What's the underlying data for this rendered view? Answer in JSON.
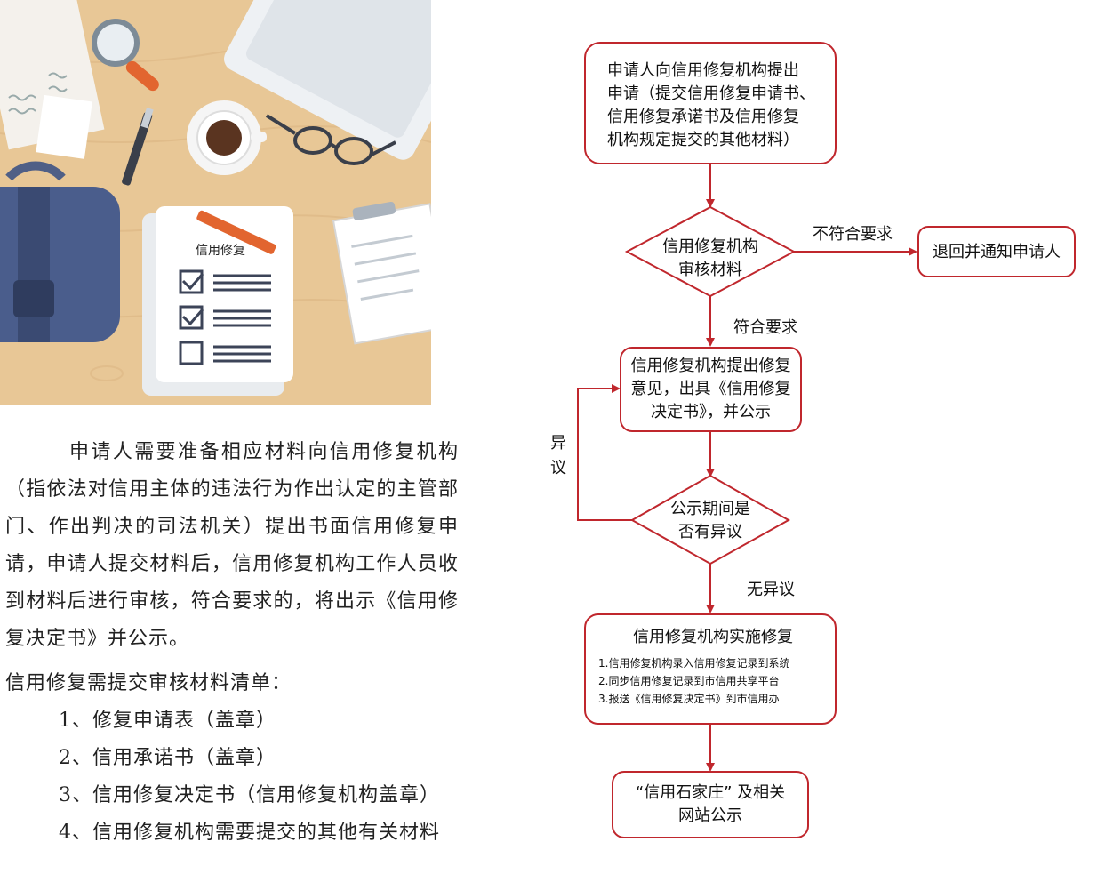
{
  "illustration": {
    "paper_title": "信用修复"
  },
  "left_text": {
    "paragraph": "申请人需要准备相应材料向信用修复机构（指依法对信用主体的违法行为作出认定的主管部门、作出判决的司法机关）提出书面信用修复申请，申请人提交材料后，信用修复机构工作人员收到材料后进行审核，符合要求的，将出示《信用修复决定书》并公示。",
    "list_title": "信用修复需提交审核材料清单：",
    "items": [
      "1、修复申请表（盖章）",
      "2、信用承诺书（盖章）",
      "3、信用修复决定书（信用修复机构盖章）",
      "4、信用修复机构需要提交的其他有关材料"
    ]
  },
  "flowchart": {
    "step1": [
      "申请人向信用修复机构提出",
      "申请（提交信用修复申请书、",
      "信用修复承诺书及信用修复",
      "机构规定提交的其他材料）"
    ],
    "decision1": [
      "信用修复机构",
      "审核材料"
    ],
    "reject_label": "不符合要求",
    "reject_box": "退回并通知申请人",
    "pass_label": "符合要求",
    "step2": [
      "信用修复机构提出修复",
      "意见，出具《信用修复",
      "决定书》，并公示"
    ],
    "objection_label": [
      "异",
      "议"
    ],
    "decision2": [
      "公示期间是",
      "否有异议"
    ],
    "no_objection_label": "无异议",
    "step3_title": "信用修复机构实施修复",
    "step3_items": [
      "1.信用修复机构录入信用修复记录到系统",
      "2.同步信用修复记录到市信用共享平台",
      "3.报送《信用修复决定书》到市信用办"
    ],
    "step4": [
      "“信用石家庄” 及相关",
      "网站公示"
    ]
  },
  "colors": {
    "border": "#c0272d",
    "arrow": "#c0272d"
  }
}
